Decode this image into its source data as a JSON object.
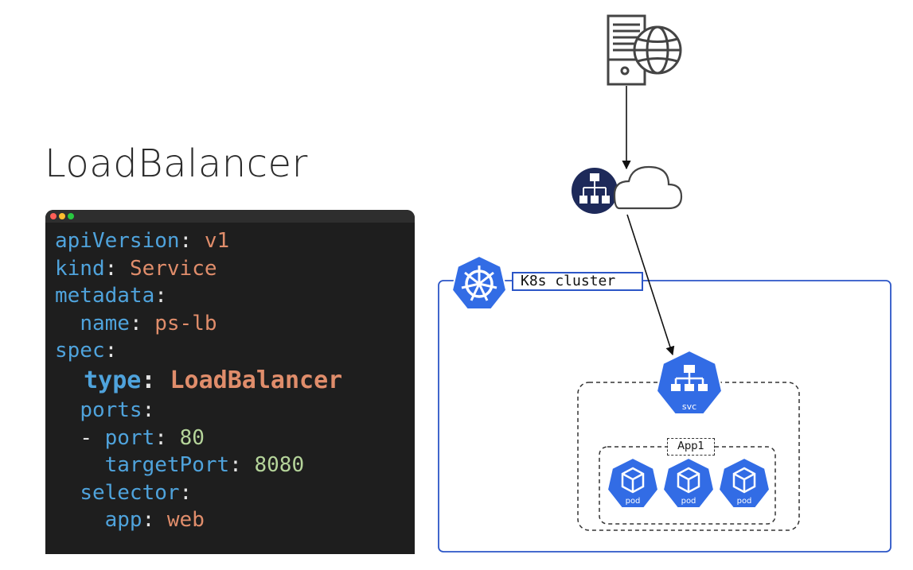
{
  "title": "LoadBalancer",
  "code_lines": [
    [
      {
        "t": "apiVersion",
        "c": "k"
      },
      {
        "t": ": ",
        "c": "p"
      },
      {
        "t": "v1",
        "c": "s"
      }
    ],
    [
      {
        "t": "kind",
        "c": "k"
      },
      {
        "t": ": ",
        "c": "p"
      },
      {
        "t": "Service",
        "c": "s"
      }
    ],
    [
      {
        "t": "metadata",
        "c": "k"
      },
      {
        "t": ":",
        "c": "p"
      }
    ],
    [
      {
        "t": "  "
      },
      {
        "t": "name",
        "c": "k"
      },
      {
        "t": ": ",
        "c": "p"
      },
      {
        "t": "ps-lb",
        "c": "s"
      }
    ],
    [
      {
        "t": "spec",
        "c": "k"
      },
      {
        "t": ":",
        "c": "p"
      }
    ],
    [
      {
        "t": "  "
      },
      {
        "t": "type",
        "c": "k"
      },
      {
        "t": ": ",
        "c": "p"
      },
      {
        "t": "LoadBalancer",
        "c": "s"
      }
    ],
    [
      {
        "t": "  "
      },
      {
        "t": "ports",
        "c": "k"
      },
      {
        "t": ":",
        "c": "p"
      }
    ],
    [
      {
        "t": "  "
      },
      {
        "t": "- ",
        "c": "p"
      },
      {
        "t": "port",
        "c": "k"
      },
      {
        "t": ": ",
        "c": "p"
      },
      {
        "t": "80",
        "c": "n"
      }
    ],
    [
      {
        "t": "    "
      },
      {
        "t": "targetPort",
        "c": "k"
      },
      {
        "t": ": ",
        "c": "p"
      },
      {
        "t": "8080",
        "c": "n"
      }
    ],
    [
      {
        "t": "  "
      },
      {
        "t": "selector",
        "c": "k"
      },
      {
        "t": ":",
        "c": "p"
      }
    ],
    [
      {
        "t": "    "
      },
      {
        "t": "app",
        "c": "k"
      },
      {
        "t": ": ",
        "c": "p"
      },
      {
        "t": "web",
        "c": "s"
      }
    ]
  ],
  "highlighted_line": 5,
  "diagram": {
    "cluster_label": "K8s cluster",
    "app_label": "App1",
    "service_label": "svc",
    "pod_label": "pod",
    "pod_count": 3,
    "icons": [
      "server-icon",
      "globe-icon",
      "load-balancer-icon",
      "cloud-icon",
      "kubernetes-icon",
      "service-icon",
      "pod-icon"
    ]
  },
  "colors": {
    "k8s_blue": "#326ce5",
    "cluster_border": "#2c56c7",
    "lb_navy": "#1e2a5a",
    "key": "#4fa3dc",
    "string": "#e08d6b",
    "number": "#b5d49a"
  }
}
